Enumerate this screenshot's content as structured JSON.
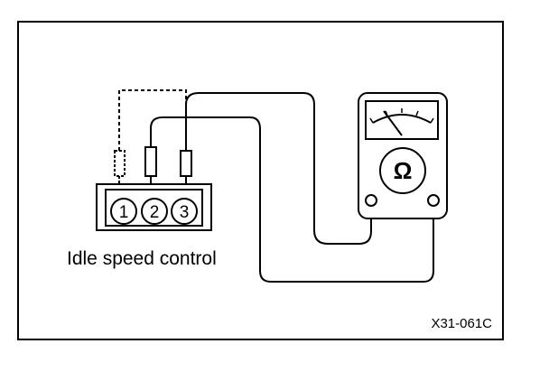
{
  "labels": {
    "component": "Idle speed control",
    "figure_code": "X31-061C",
    "meter_symbol": "Ω"
  },
  "pins": [
    "1",
    "2",
    "3"
  ]
}
